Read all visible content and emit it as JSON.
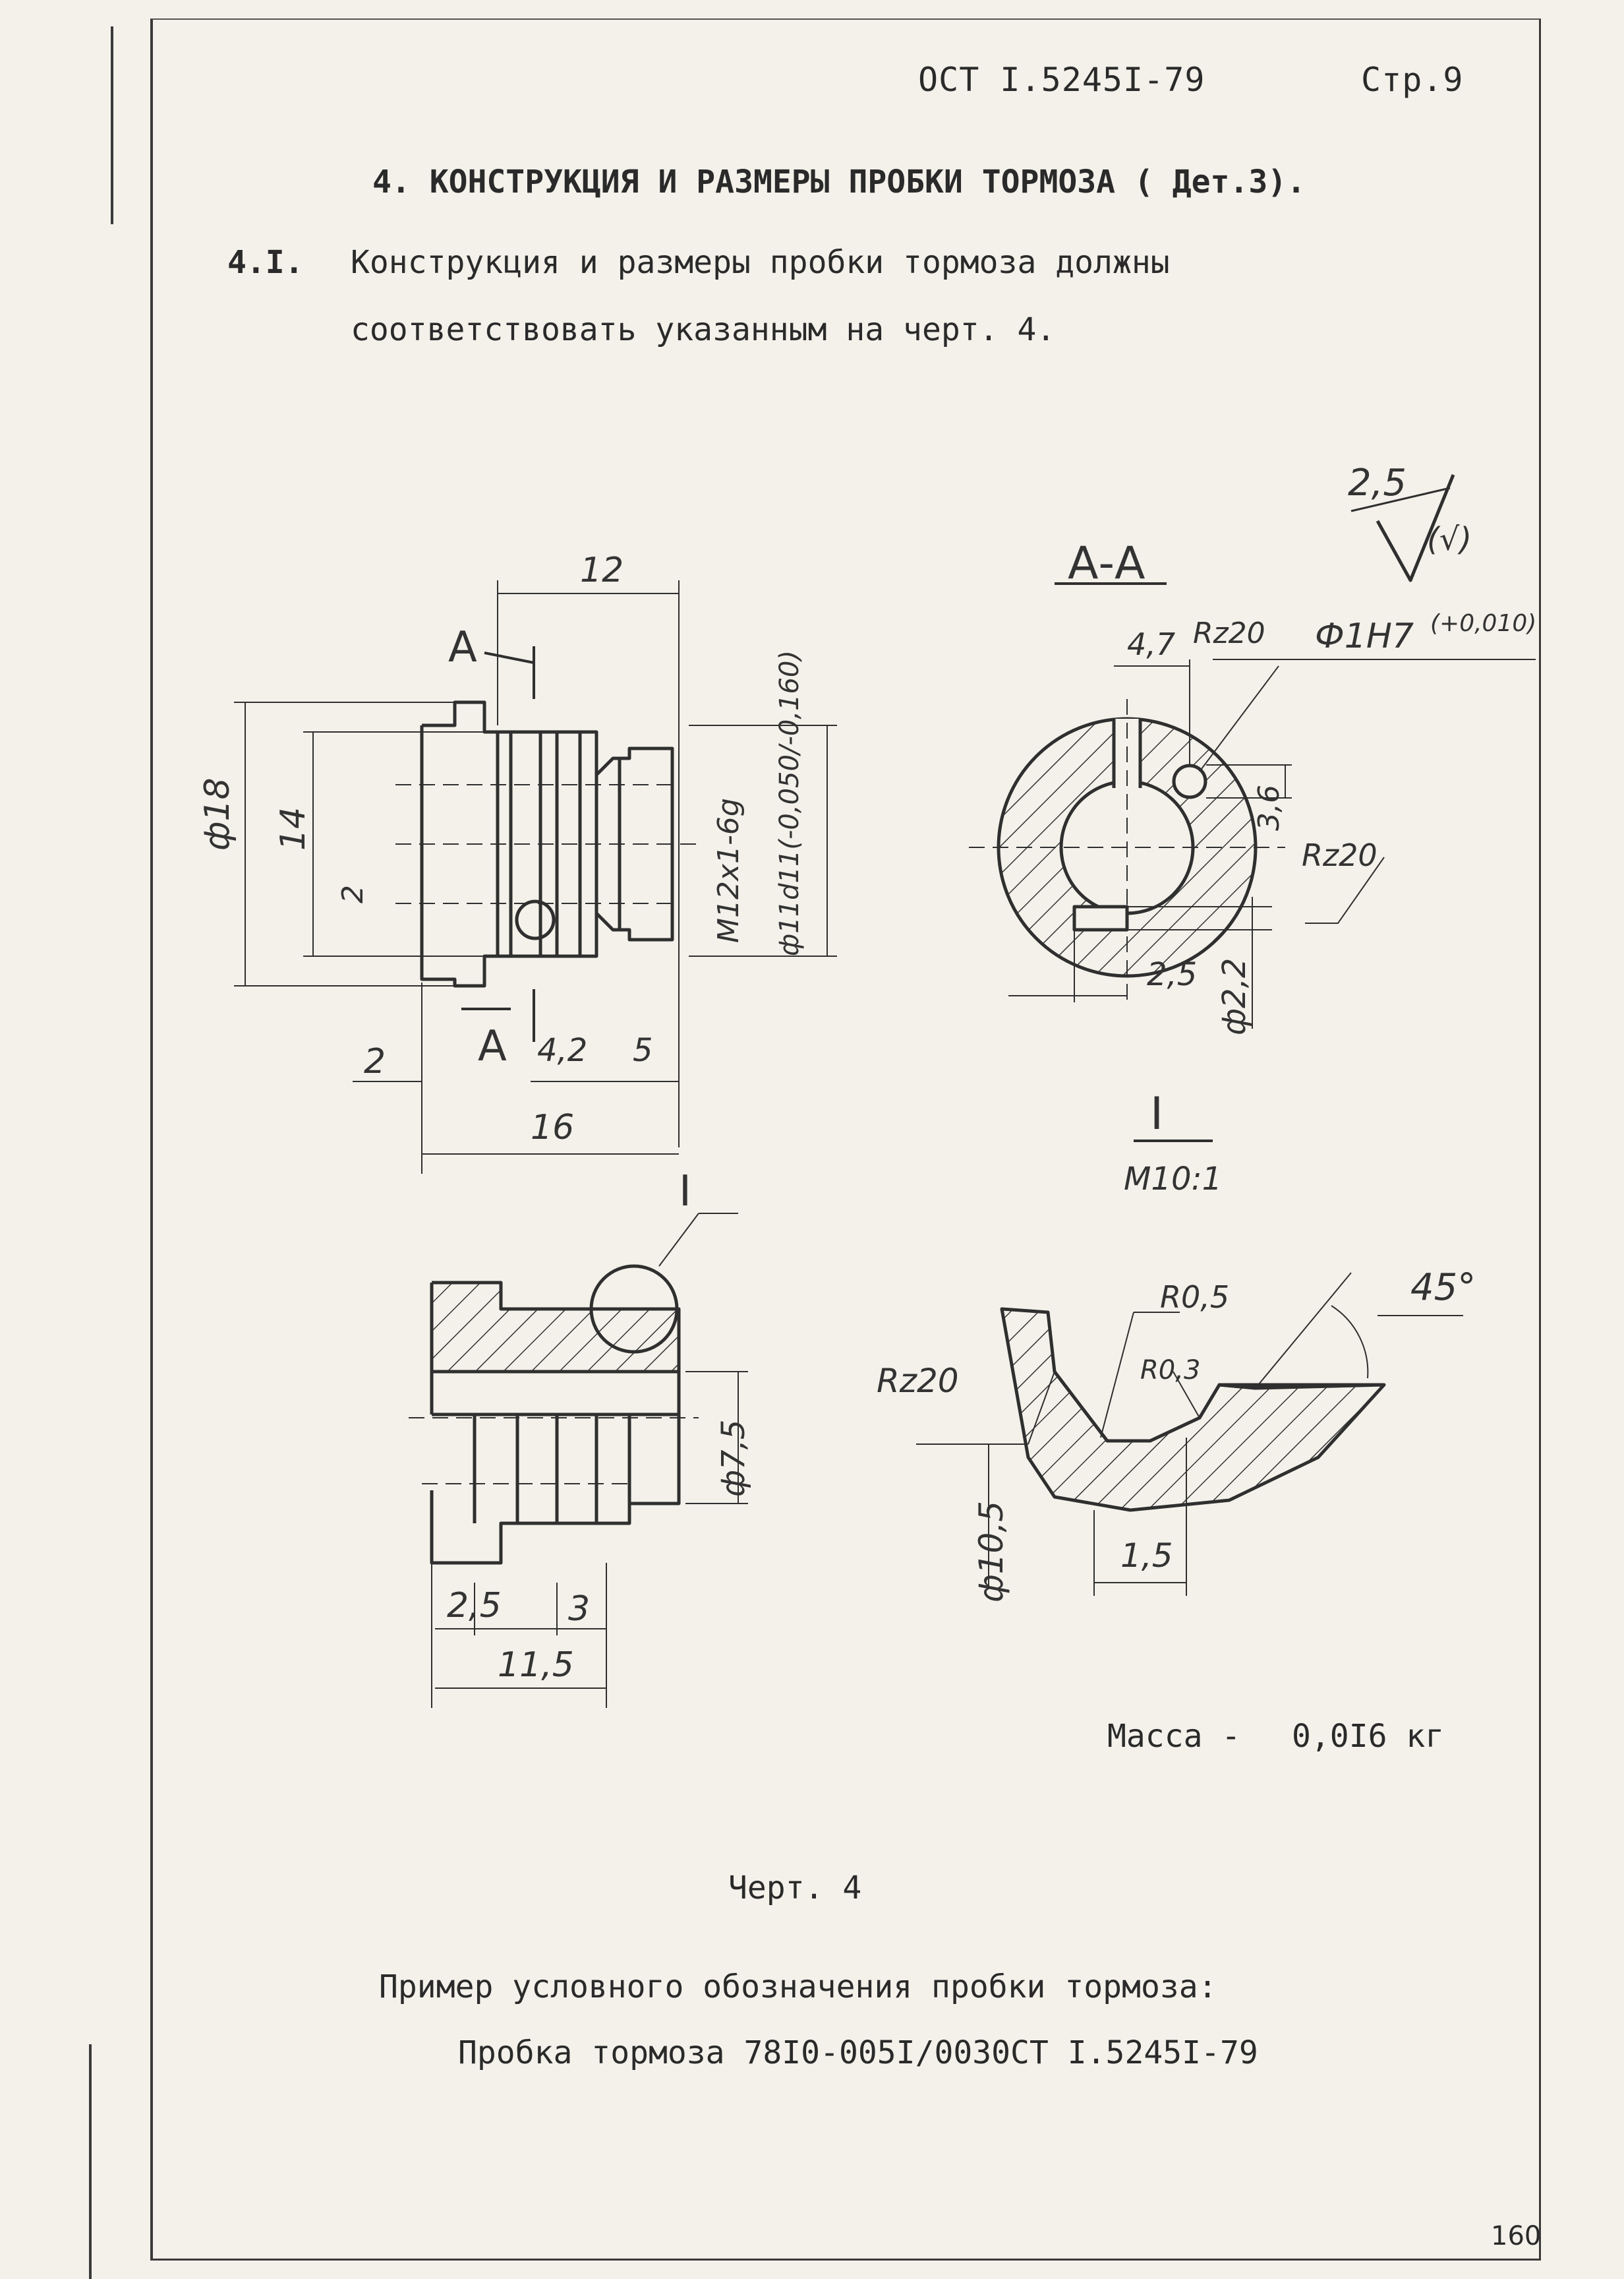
{
  "header": {
    "standard": "ОСТ І.5245І-79",
    "page": "Стр.9"
  },
  "section": {
    "title": "4. КОНСТРУКЦИЯ И РАЗМЕРЫ ПРОБКИ ТОРМОЗА ( Дет.3)."
  },
  "clause": {
    "number": "4.І.",
    "line1": "Конструкция и размеры пробки тормоза должны",
    "line2": "соответствовать указанным на черт. 4."
  },
  "drawing": {
    "roughness_value": "2,5",
    "roughness_note": "(√)",
    "section_label": "А-А",
    "fit_label": "Ф1Н7",
    "fit_tolerance": "(+0,010)",
    "rz": "Rz20",
    "detail_label": "I",
    "detail_scale": "М10:1",
    "cut_mark": "А",
    "dims_side": {
      "len12": "12",
      "dia18": "ф18",
      "h14": "14",
      "thread": "М12х1-6g",
      "shank": "ф11d11(-0,050/-0,160)",
      "d2v": "2",
      "d2": "2",
      "d42": "4,2",
      "d5": "5",
      "len16": "16"
    },
    "dims_section": {
      "w47": "4,7",
      "h36": "3,6",
      "w25": "2,5",
      "dia22": "ф2,2"
    },
    "dims_lower": {
      "dia75": "ф7,5",
      "d25": "2,5",
      "d3": "3",
      "d115": "11,5"
    },
    "dims_detail": {
      "r05": "R0,5",
      "r03": "R0,3",
      "angle": "45°",
      "dia105": "ф10,5",
      "w15": "1,5"
    }
  },
  "mass": {
    "label": "Масса -",
    "value": "0,0І6 кг"
  },
  "figure_caption": "Черт. 4",
  "example": {
    "title": "Пример условного обозначения пробки тормоза:",
    "value": "Пробка тормоза 78І0-005І/0030СТ І.5245І-79"
  },
  "page_number": "160"
}
